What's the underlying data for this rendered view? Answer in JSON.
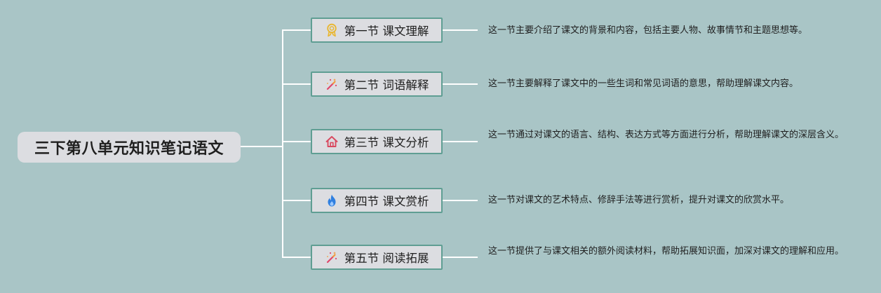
{
  "root": {
    "title": "三下第八单元知识笔记语文"
  },
  "sections": [
    {
      "title": "第一节 课文理解",
      "icon": "award-ribbon-icon",
      "description": "这一节主要介绍了课文的背景和内容，包括主要人物、故事情节和主题思想等。"
    },
    {
      "title": "第二节 词语解释",
      "icon": "magic-wand-icon",
      "description": "这一节主要解释了课文中的一些生词和常见词语的意思，帮助理解课文内容。"
    },
    {
      "title": "第三节 课文分析",
      "icon": "home-icon",
      "description": "这一节通过对课文的语言、结构、表达方式等方面进行分析，帮助理解课文的深层含义。"
    },
    {
      "title": "第四节 课文赏析",
      "icon": "flame-icon",
      "description": "这一节对课文的艺术特点、修辞手法等进行赏析，提升对课文的欣赏水平。"
    },
    {
      "title": "第五节 阅读拓展",
      "icon": "magic-wand-icon",
      "description": "这一节提供了与课文相关的额外阅读材料，帮助拓展知识面，加深对课文的理解和应用。"
    }
  ],
  "colors": {
    "background": "#a9c5c6",
    "node_fill": "#dcdde1",
    "node_border": "#5f9e93",
    "connector": "#ffffff"
  }
}
